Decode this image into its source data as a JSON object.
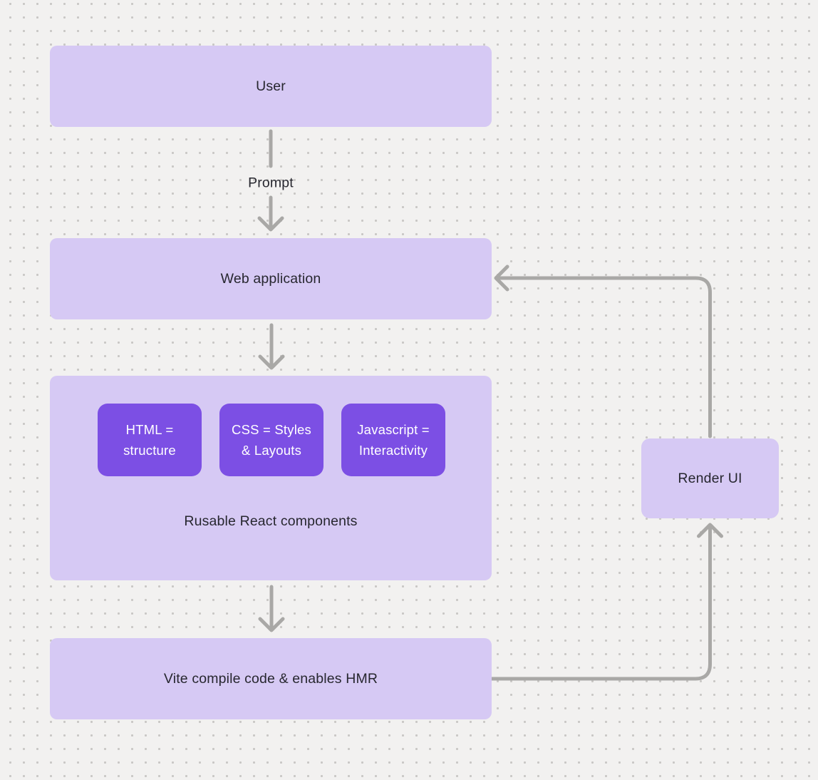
{
  "colors": {
    "background": "#f2f1f0",
    "dot_grid": "#c9c7c5",
    "node_fill": "#d6c9f4",
    "chip_fill": "#7c4fe4",
    "connector": "#a9a8a6",
    "text_dark": "#27272f",
    "text_light": "#ffffff"
  },
  "nodes": {
    "user": {
      "label": "User"
    },
    "web_application": {
      "label": "Web application"
    },
    "components_group": {
      "caption": "Rusable React components",
      "chips": [
        {
          "line1": "HTML =",
          "line2": "structure"
        },
        {
          "line1": "CSS = Styles",
          "line2": "& Layouts"
        },
        {
          "line1": "Javascript =",
          "line2": "Interactivity"
        }
      ]
    },
    "vite": {
      "label": "Vite compile code & enables HMR"
    },
    "render_ui": {
      "label": "Render UI"
    }
  },
  "edges": {
    "prompt_label": "Prompt"
  }
}
